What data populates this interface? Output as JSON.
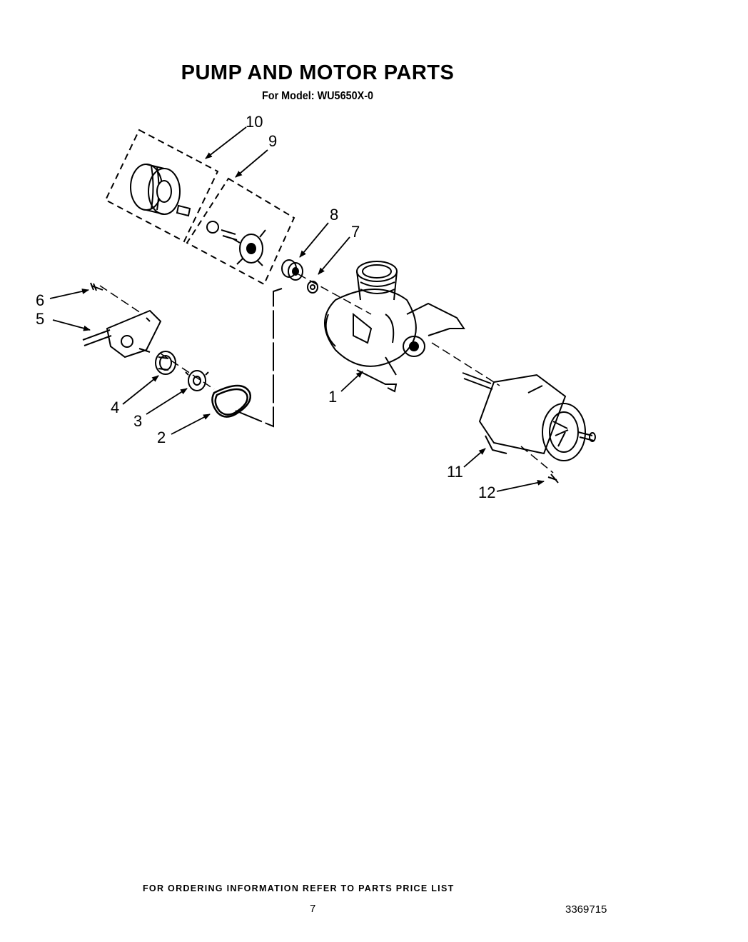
{
  "header": {
    "title": "PUMP AND MOTOR PARTS",
    "subtitle": "For Model: WU5650X-0"
  },
  "callouts": {
    "c1": "1",
    "c2": "2",
    "c3": "3",
    "c4": "4",
    "c5": "5",
    "c6": "6",
    "c7": "7",
    "c8": "8",
    "c9": "9",
    "c10": "10",
    "c11": "11",
    "c12": "12"
  },
  "footer": {
    "ordering_note": "FOR ORDERING INFORMATION REFER TO PARTS PRICE LIST",
    "page_number": "7",
    "document_number": "3369715"
  }
}
